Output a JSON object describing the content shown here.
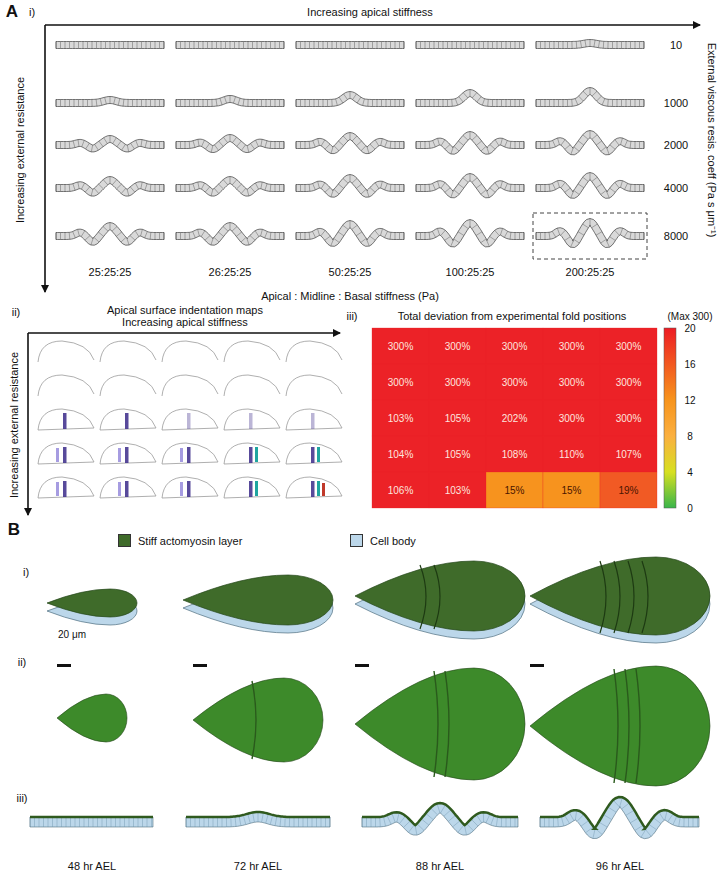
{
  "diagram": {
    "labels": [
      "A",
      "i)",
      "Increasing apical stiffness",
      "Increasing external resistance",
      "External viscous resis. coeff (Pa s μm⁻¹)",
      "10",
      "1000",
      "2000",
      "4000",
      "8000",
      "25:25:25",
      "26:25:25",
      "50:25:25",
      "100:25:25",
      "200:25:25",
      "Apical : Midline : Basal stiffness (Pa)",
      "ii)",
      "Apical surface indentation maps",
      "Increasing apical stiffness",
      "Increasing external resistance",
      "iii)",
      "Total deviation from experimental fold positions",
      "(Max 300)",
      "20",
      "16",
      "12",
      "8",
      "4",
      "0",
      "300%",
      "300%",
      "300%",
      "300%",
      "300%",
      "300%",
      "300%",
      "300%",
      "300%",
      "300%",
      "103%",
      "105%",
      "202%",
      "300%",
      "300%",
      "104%",
      "105%",
      "108%",
      "110%",
      "107%",
      "106%",
      "103%",
      "15%",
      "15%",
      "19%",
      "B",
      "i)",
      "20 μm",
      "ii)",
      "iii)",
      "48 hr AEL",
      "72 hr AEL",
      "88 hr AEL",
      "96 hr AEL"
    ],
    "legend": [
      {
        "text": "Stiff actomyosin layer",
        "color": "#3f6b2a"
      },
      {
        "text": "Cell body",
        "color": "#bcd7ea"
      }
    ]
  }
}
